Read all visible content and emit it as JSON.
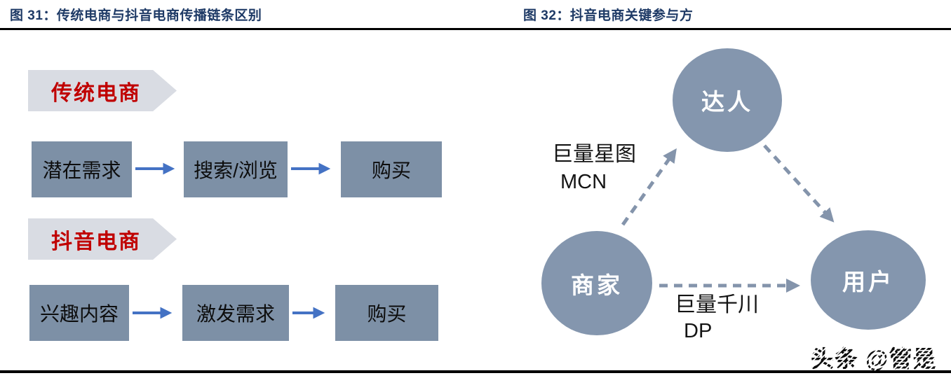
{
  "figure31": {
    "title": "图 31：传统电商与抖音电商传播链条区别",
    "banners": [
      {
        "label": "传统电商"
      },
      {
        "label": "抖音电商"
      }
    ],
    "rows": [
      {
        "chain": "传统电商",
        "steps": [
          "潜在需求",
          "搜索/浏览",
          "购买"
        ]
      },
      {
        "chain": "抖音电商",
        "steps": [
          "兴趣内容",
          "激发需求",
          "购买"
        ]
      }
    ]
  },
  "figure32": {
    "title": "图 32：抖音电商关键参与方",
    "nodes": {
      "top": "达人",
      "bottom_left": "商家",
      "bottom_right": "用户"
    },
    "edges": [
      {
        "from": "商家",
        "to": "达人",
        "style": "dashed-arrow",
        "labels": [
          "巨量星图",
          "MCN"
        ]
      },
      {
        "from": "达人",
        "to": "用户",
        "style": "dashed-arrow",
        "labels": []
      },
      {
        "from": "商家",
        "to": "用户",
        "style": "dashed-arrow",
        "labels": [
          "巨量千川",
          "DP"
        ]
      }
    ]
  },
  "watermark": {
    "text": "头条 @管是"
  },
  "colors": {
    "title_navy": "#1e3a66",
    "rule_black": "#000000",
    "banner_gray": "#d9dce3",
    "banner_text_red": "#c00000",
    "step_box_fill": "#7d90a6",
    "flow_arrow_blue": "#4472c4",
    "circle_fill": "#8496ae",
    "dashed_arrow_gray": "#8494ab"
  }
}
